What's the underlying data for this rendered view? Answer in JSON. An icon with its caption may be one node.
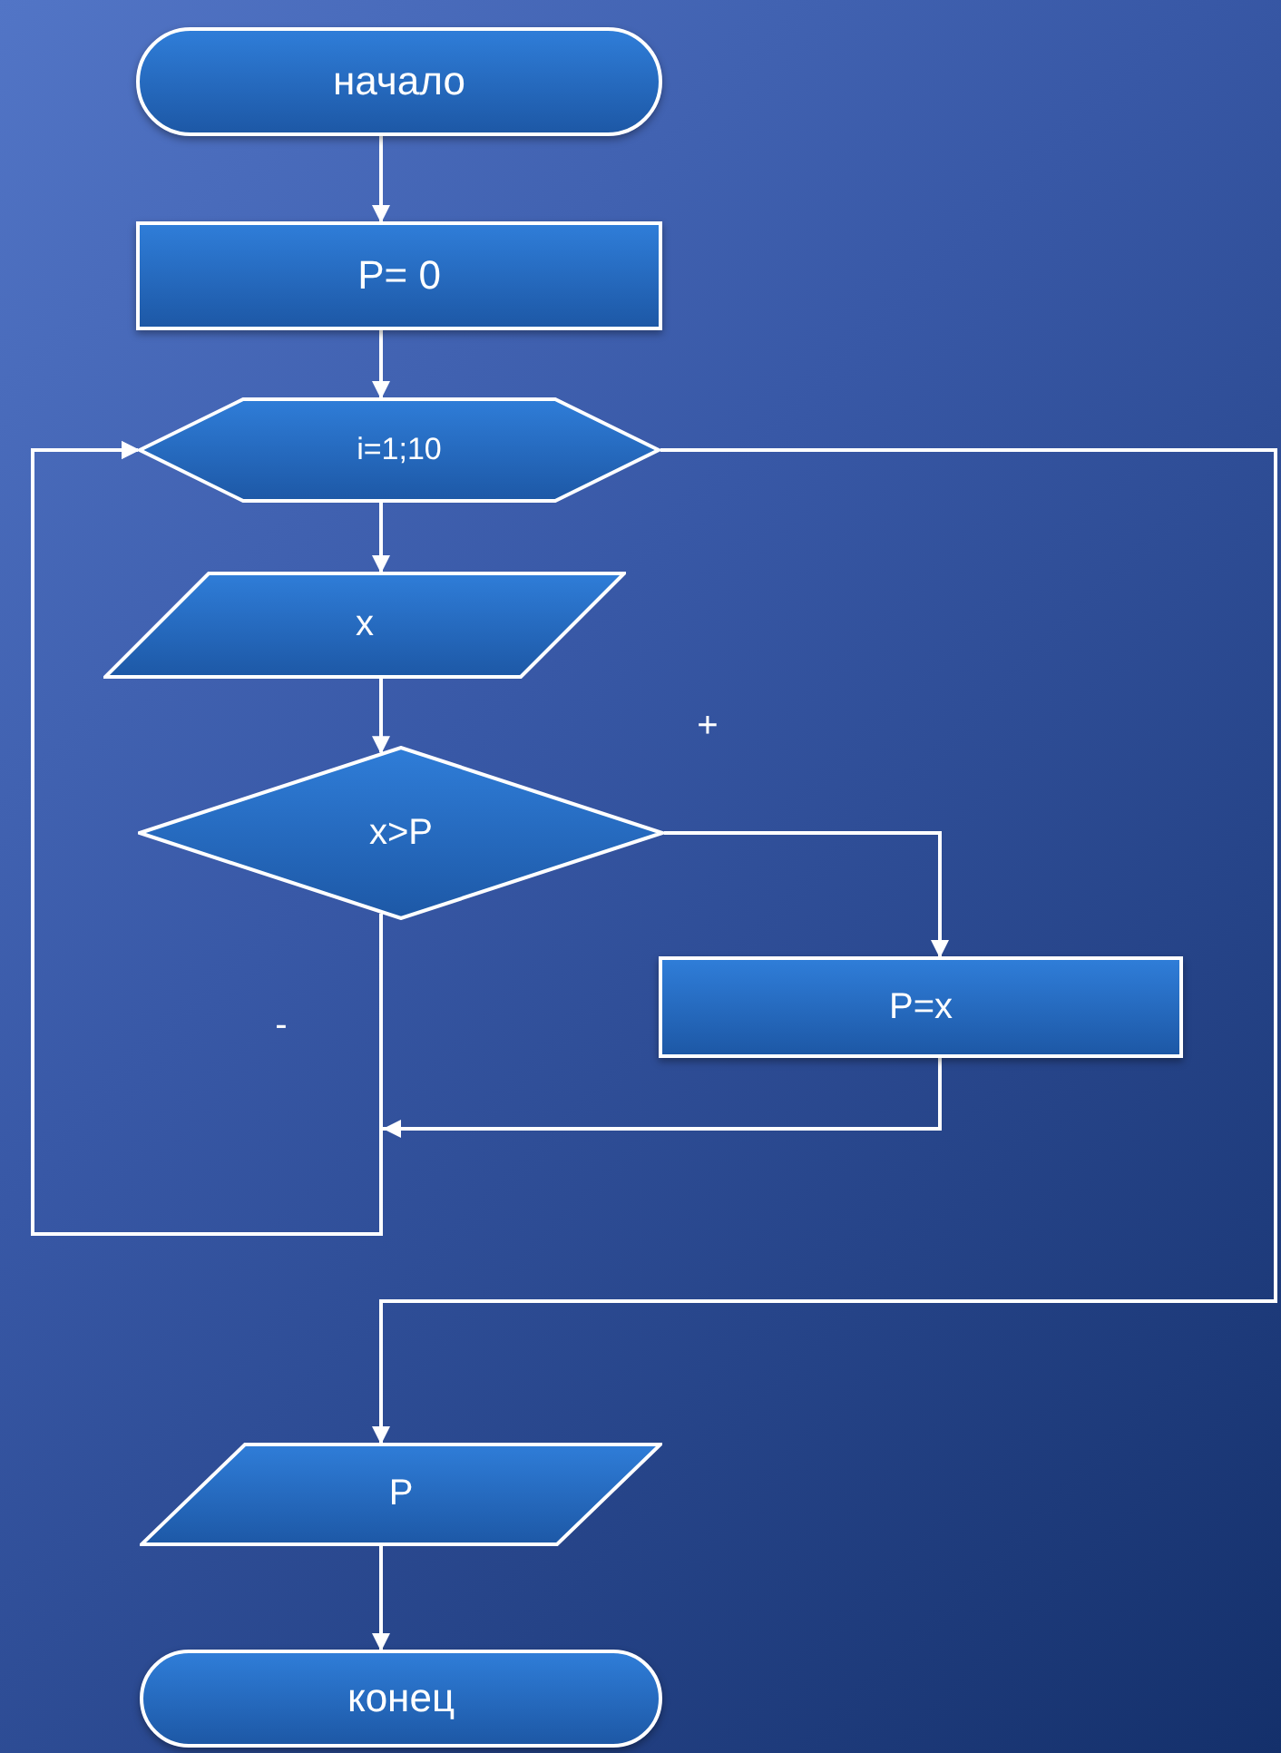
{
  "diagram": {
    "nodes": [
      {
        "text": [
          "начало"
        ]
      },
      {
        "text": [
          "P= 0"
        ]
      },
      {
        "text": [
          "i=1;10"
        ]
      },
      {
        "text": [
          "x"
        ]
      },
      {
        "text": [
          "x>P"
        ]
      },
      {
        "text": [
          "P=x"
        ]
      },
      {
        "text": [
          "P"
        ]
      },
      {
        "text": [
          "конец"
        ]
      }
    ],
    "edges": [
      {
        "from": 0,
        "to": 1,
        "arrow": "to"
      },
      {
        "from": 1,
        "to": 2,
        "arrow": "to"
      },
      {
        "from": 2,
        "to": 3,
        "arrow": "to"
      },
      {
        "from": 3,
        "to": 4,
        "arrow": "to"
      },
      {
        "from": 4,
        "to": 5,
        "arrow": "to",
        "label": "+"
      },
      {
        "from": 4,
        "to": 2,
        "arrow": "to",
        "label": "-"
      },
      {
        "from": 5,
        "to": 2,
        "arrow": "to"
      },
      {
        "from": 2,
        "to": 6,
        "arrow": "to"
      },
      {
        "from": 6,
        "to": 7,
        "arrow": "to"
      }
    ]
  }
}
